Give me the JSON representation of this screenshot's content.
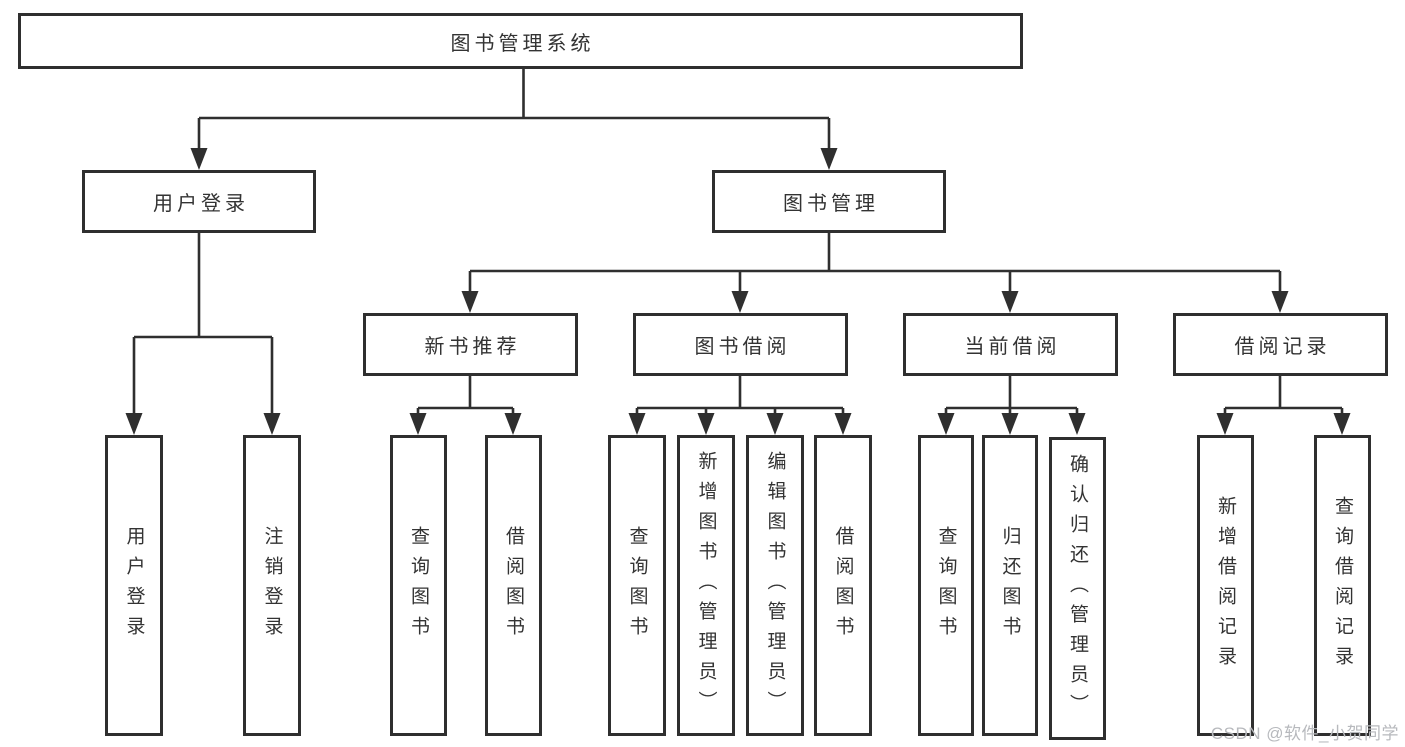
{
  "colors": {
    "line": "#2f2f2f",
    "text": "#333333",
    "background": "#ffffff",
    "watermark": "#b7b9bd"
  },
  "watermark": {
    "text": "CSDN @软件_小贺同学"
  },
  "tree": {
    "root": "图书管理系统",
    "level2": {
      "user": "用户登录",
      "book": "图书管理"
    },
    "user_children": {
      "login": "用户登录",
      "logout": "注销登录"
    },
    "book_children": {
      "newbook": "新书推荐",
      "borrow": "图书借阅",
      "current": "当前借阅",
      "records": "借阅记录"
    },
    "newbook_children": {
      "query": "查询图书",
      "borrow": "借阅图书"
    },
    "borrow_children": {
      "query": "查询图书",
      "add": "新增图书（管理员）",
      "edit": "编辑图书（管理员）",
      "borrow": "借阅图书"
    },
    "current_children": {
      "query": "查询图书",
      "return": "归还图书",
      "confirm": "确认归还（管理员）"
    },
    "records_children": {
      "add": "新增借阅记录",
      "query": "查询借阅记录"
    }
  }
}
